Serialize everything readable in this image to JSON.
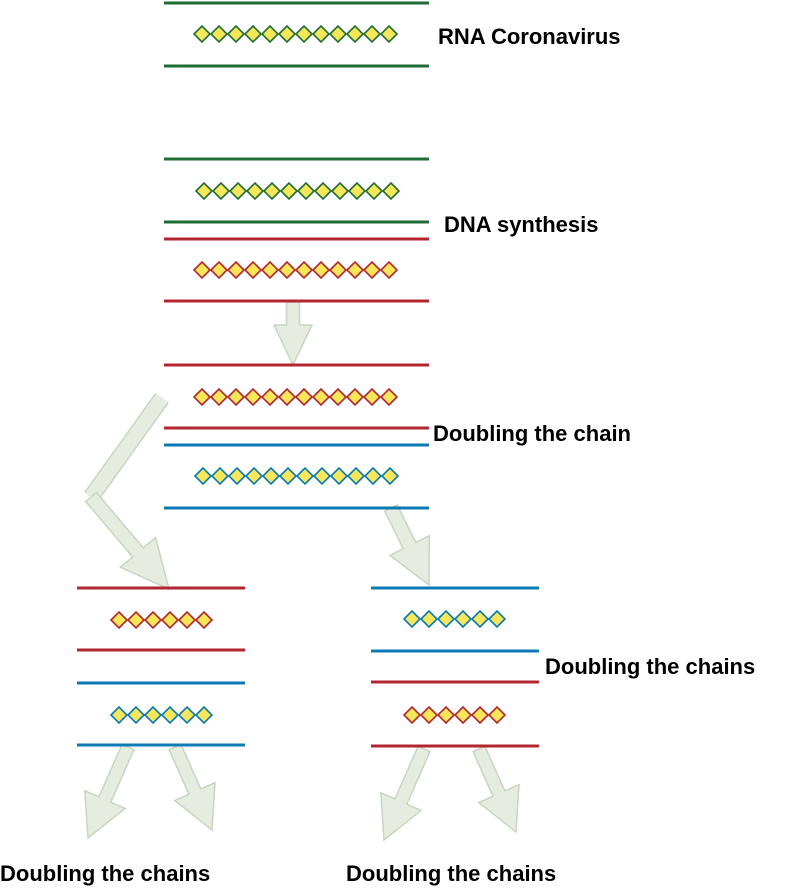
{
  "title": "RNA Coronavirus replication / chain doubling diagram",
  "colors": {
    "rna_strand": "#1f6e35",
    "dna_strand_red": "#b3252f",
    "dna_strand_blue": "#0a7ab5",
    "base_fill": "#f6e65a",
    "arrow_fill": "#e6ece0",
    "arrow_stroke": "#c7d6be",
    "text": "#000000"
  },
  "labels": {
    "rna": "RNA Coronavirus",
    "dna_synthesis": "DNA synthesis",
    "doubling_chain": "Doubling the chain",
    "doubling_chains_right": "Doubling the chains",
    "doubling_chains_bottom_left": "Doubling the chains",
    "doubling_chains_bottom_right": "Doubling the chains"
  },
  "strands": [
    {
      "id": "rna-strand",
      "color": "rna_strand",
      "bases": 12,
      "group": "rna"
    },
    {
      "id": "dna-synthesis-rna-strand",
      "color": "rna_strand",
      "bases": 12,
      "group": "dna-synthesis"
    },
    {
      "id": "dna-synthesis-red-strand",
      "color": "dna_strand_red",
      "bases": 12,
      "group": "dna-synthesis"
    },
    {
      "id": "doubling-red-strand",
      "color": "dna_strand_red",
      "bases": 12,
      "group": "doubling-chain"
    },
    {
      "id": "doubling-blue-strand",
      "color": "dna_strand_blue",
      "bases": 12,
      "group": "doubling-chain"
    },
    {
      "id": "left-red-strand",
      "color": "dna_strand_red",
      "bases": 6,
      "group": "left-branch"
    },
    {
      "id": "left-blue-strand",
      "color": "dna_strand_blue",
      "bases": 6,
      "group": "left-branch"
    },
    {
      "id": "right-blue-strand",
      "color": "dna_strand_blue",
      "bases": 6,
      "group": "right-branch"
    },
    {
      "id": "right-red-strand",
      "color": "dna_strand_red",
      "bases": 6,
      "group": "right-branch"
    }
  ]
}
